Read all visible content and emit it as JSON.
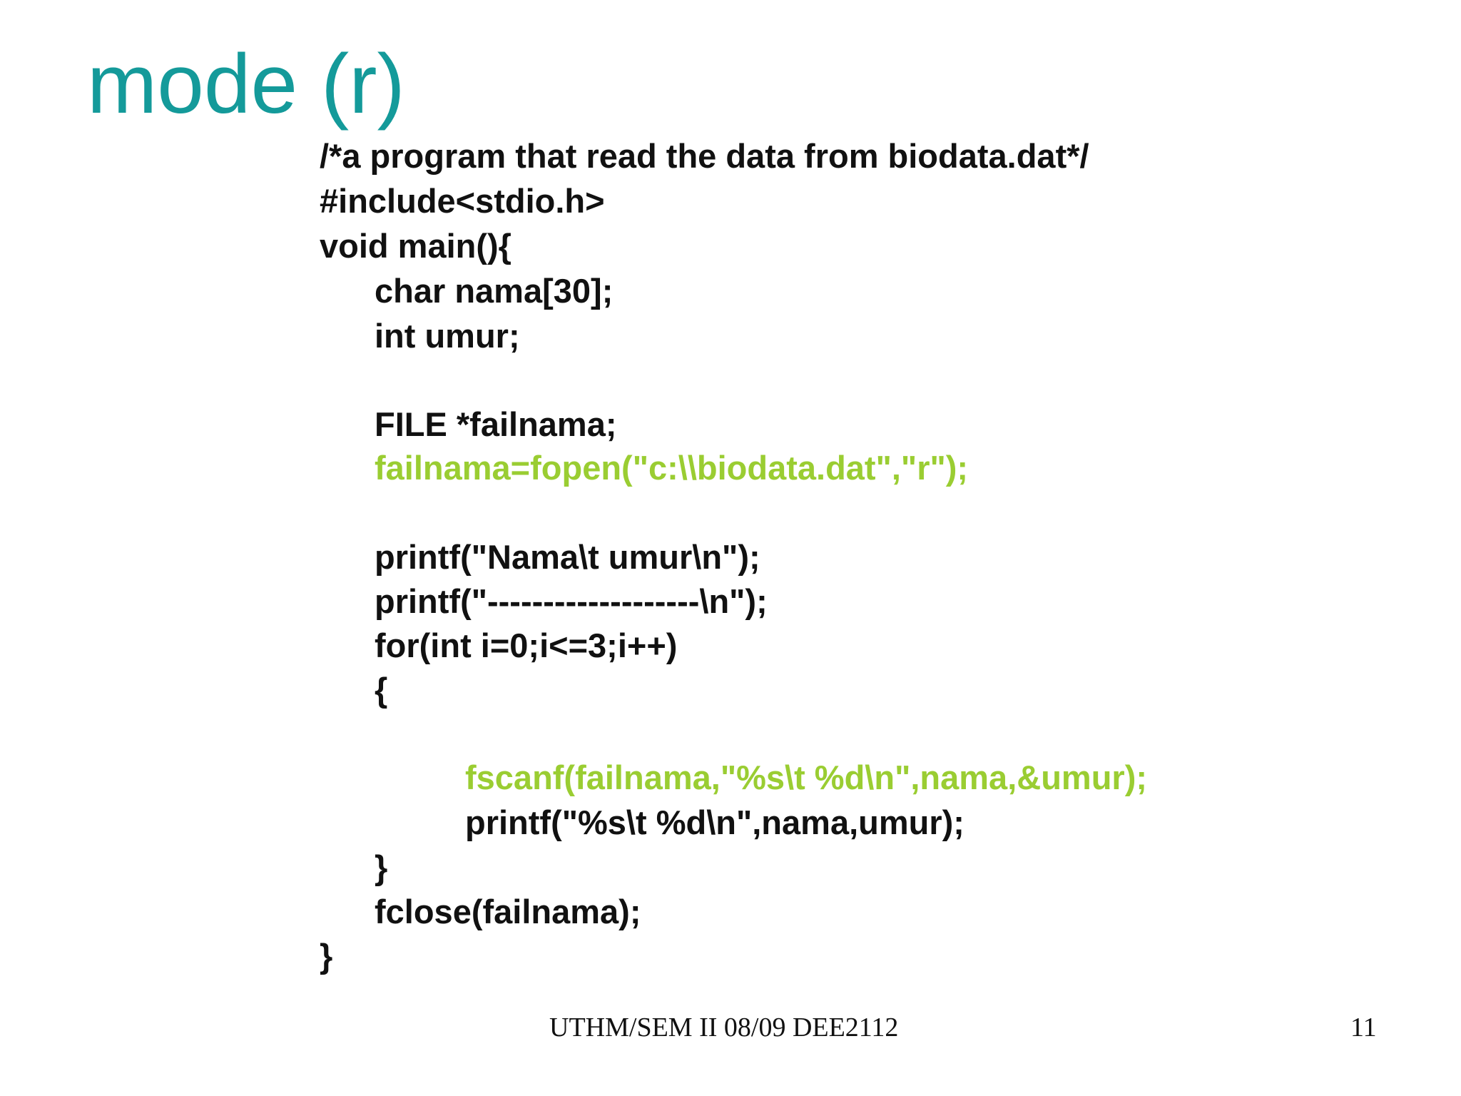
{
  "slide": {
    "title": "mode (r)",
    "code_lines": [
      "/*a program that read the data from biodata.dat*/",
      "#include<stdio.h>",
      "void main(){",
      "char nama[30];",
      "int umur;",
      "FILE *failnama;",
      "failnama=fopen(\"c:\\\\biodata.dat\",\"r\");",
      "printf(\"Nama\\t umur\\n\");",
      "printf(\"-------------------\\n\");",
      "for(int i=0;i<=3;i++)",
      "{",
      "fscanf(failnama,\"%s\\t %d\\n\",nama,&umur);",
      "printf(\"%s\\t %d\\n\",nama,umur);",
      "}",
      "fclose(failnama);",
      "}"
    ],
    "footer": "UTHM/SEM II 08/09 DEE2112",
    "page_number": "11",
    "colors": {
      "title": "#149a9a",
      "code": "#111111",
      "highlight": "#9acd32"
    }
  }
}
